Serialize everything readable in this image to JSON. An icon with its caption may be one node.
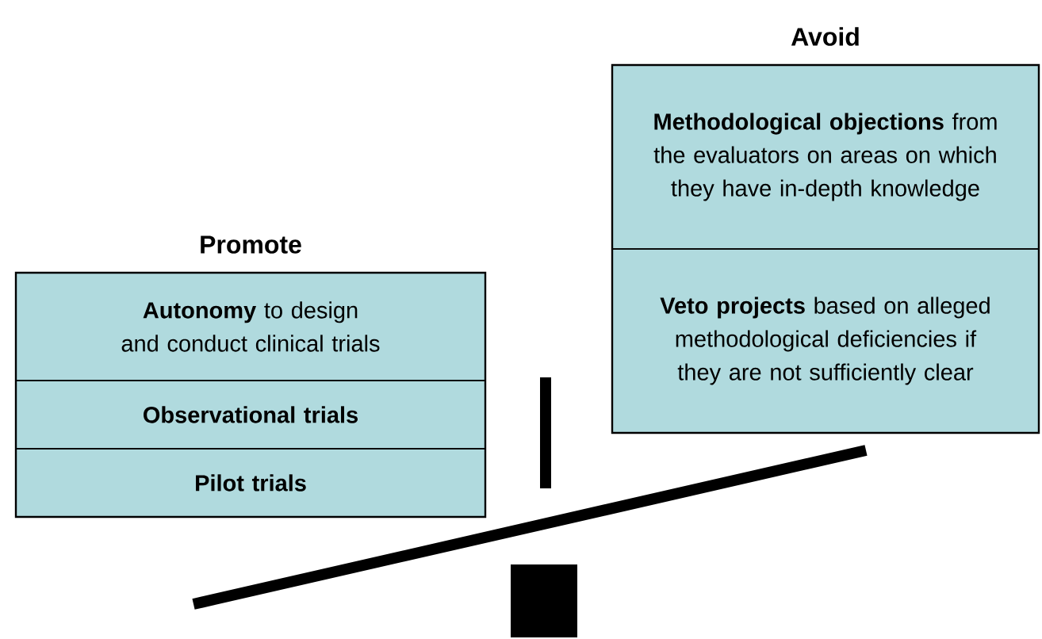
{
  "diagram": {
    "nodes": [
      {
        "text": [
          "Promote"
        ]
      },
      {
        "text": [
          "**Autonomy** to design and conduct clinical trials"
        ],
        "in": 0
      },
      {
        "text": [
          "Observational trials"
        ],
        "in": 0
      },
      {
        "text": [
          "Pilot trials"
        ],
        "in": 0
      },
      {
        "text": [
          "Avoid"
        ]
      },
      {
        "text": [
          "**Methodological objections** from the evaluators on areas on which they have in-depth knowledge"
        ],
        "in": 4
      },
      {
        "text": [
          "**Veto projects** based on alleged methodological deficiencies if they are not sufficiently clear"
        ],
        "in": 4
      }
    ]
  }
}
